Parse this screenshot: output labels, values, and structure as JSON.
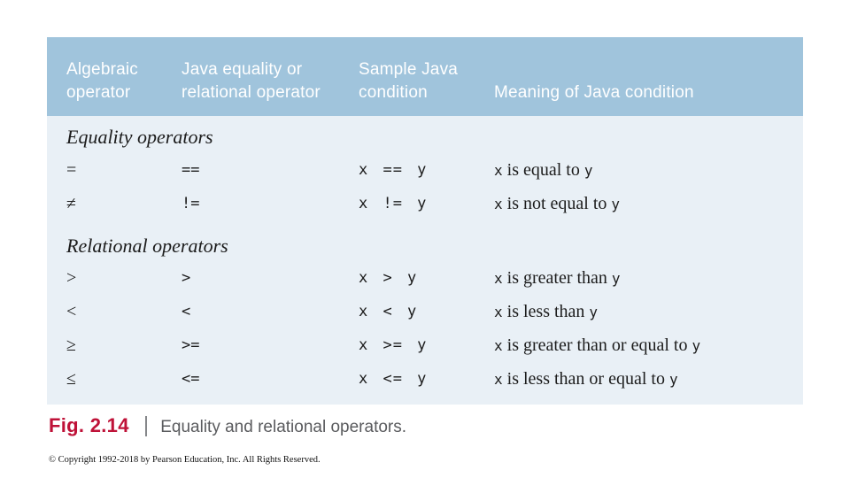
{
  "colors": {
    "page_bg": "#ffffff",
    "header_bg": "#a0c4dc",
    "body_bg": "#e9f0f6",
    "header_text": "#ffffff",
    "body_text": "#1c1c1c",
    "fig_red": "#bf1238",
    "separator_gray": "#85878a",
    "caption_gray": "#5a5b5e"
  },
  "table": {
    "headers": [
      "Algebraic operator",
      "Java equality or relational operator",
      "Sample Java condition",
      "Meaning of Java condition"
    ],
    "sections": [
      {
        "title": "Equality operators",
        "rows": [
          {
            "algebraic": "=",
            "java": "==",
            "sample": "x == y",
            "var_left": "x",
            "meaning": "is equal to",
            "var_right": "y"
          },
          {
            "algebraic": "≠",
            "java": "!=",
            "sample": "x != y",
            "var_left": "x",
            "meaning": "is not equal to",
            "var_right": "y"
          }
        ]
      },
      {
        "title": "Relational operators",
        "rows": [
          {
            "algebraic": ">",
            "java": ">",
            "sample": "x > y",
            "var_left": "x",
            "meaning": "is greater than",
            "var_right": "y"
          },
          {
            "algebraic": "<",
            "java": "<",
            "sample": "x < y",
            "var_left": "x",
            "meaning": "is less than",
            "var_right": "y"
          },
          {
            "algebraic": "≥",
            "java": ">=",
            "sample": "x >= y",
            "var_left": "x",
            "meaning": "is greater than or equal to",
            "var_right": "y"
          },
          {
            "algebraic": "≤",
            "java": "<=",
            "sample": "x <= y",
            "var_left": "x",
            "meaning": "is less than or equal to",
            "var_right": "y"
          }
        ]
      }
    ]
  },
  "caption": {
    "fig_label": "Fig. 2.14",
    "separator": "|",
    "text": "Equality and relational operators."
  },
  "copyright": "© Copyright 1992-2018 by Pearson Education, Inc. All Rights Reserved."
}
